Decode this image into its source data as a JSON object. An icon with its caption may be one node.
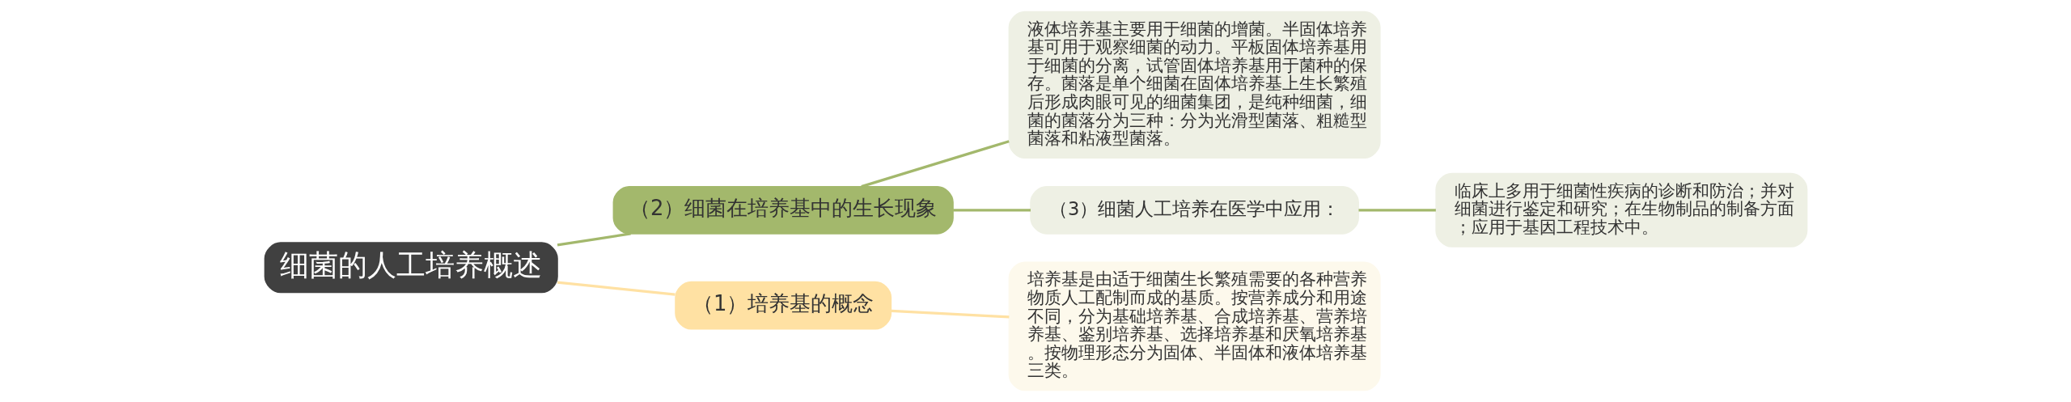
{
  "diagram": {
    "nodes": [
      {
        "text": [
          "细菌的人工培养概述"
        ]
      },
      {
        "text": [
          "（2）细菌在培养基中的生长现象"
        ]
      },
      {
        "text": [
          "液体培养基主要用于细菌的增菌。半固体培养基可用于观察细菌的动力。平板固体培养基用于细菌的分离，试管固体培养基用于菌种的保存。菌落是单个细菌在固体培养基上生长繁殖后形成肉眼可见的细菌集团，是纯种细菌，细菌的菌落分为三种：分为光滑型菌落、粗糙型菌落和粘液型菌落。"
        ]
      },
      {
        "text": [
          "（3）细菌人工培养在医学中应用："
        ]
      },
      {
        "text": [
          "临床上多用于细菌性疾病的诊断和防治；并对细菌进行鉴定和研究；在生物制品的制备方面；应用于基因工程技术中。"
        ]
      },
      {
        "text": [
          "（1）培养基的概念"
        ]
      },
      {
        "text": [
          "培养基是由适于细菌生长繁殖需要的各种营养物质人工配制而成的基质。按营养成分和用途不同，分为基础培养基、合成培养基、营养培养基、鉴别培养基、选择培养基和厌氧培养基。按物理形态分为固体、半固体和液体培养基三类。"
        ]
      }
    ],
    "edges": [
      {
        "from": 0,
        "to": 1,
        "arrow": "none"
      },
      {
        "from": 1,
        "to": 2,
        "arrow": "none"
      },
      {
        "from": 1,
        "to": 3,
        "arrow": "none"
      },
      {
        "from": 3,
        "to": 4,
        "arrow": "none"
      },
      {
        "from": 0,
        "to": 5,
        "arrow": "none",
        "color": "#ffe1a3"
      },
      {
        "from": 5,
        "to": 6,
        "arrow": "none",
        "color": "#ffe1a3"
      }
    ]
  }
}
